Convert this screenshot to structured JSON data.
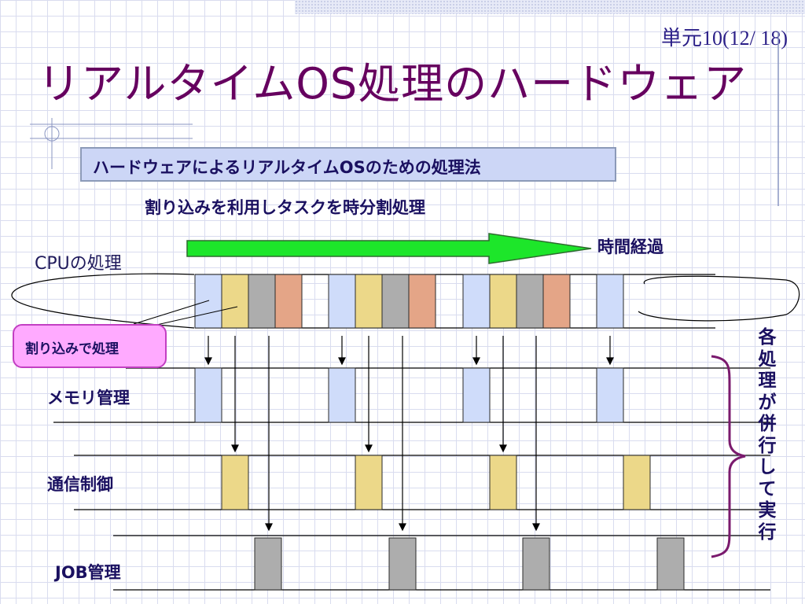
{
  "header": {
    "slide_number": "単元10(12/ 18)",
    "title": "リアルタイムOS処理のハードウェア"
  },
  "subtitle": "ハードウェアによるリアルタイムOSのための処理法",
  "description": "割り込みを利用しタスクを時分割処理",
  "labels": {
    "time_elapsed": "時間経過",
    "cpu": "CPUの処理",
    "interrupt": "割り込みで処理",
    "memory": "メモリ管理",
    "comm": "通信制御",
    "job": "JOB管理",
    "parallel": "各処理が併行して実行"
  },
  "colors": {
    "memory": "#cfdcfa",
    "comm": "#ecd889",
    "job": "#adadad",
    "other": "#e4a587",
    "arrow": "#1de62a",
    "title": "#66005f",
    "text": "#1a1060",
    "callout": "#ffaaff",
    "brace": "#7a1a6e"
  }
}
